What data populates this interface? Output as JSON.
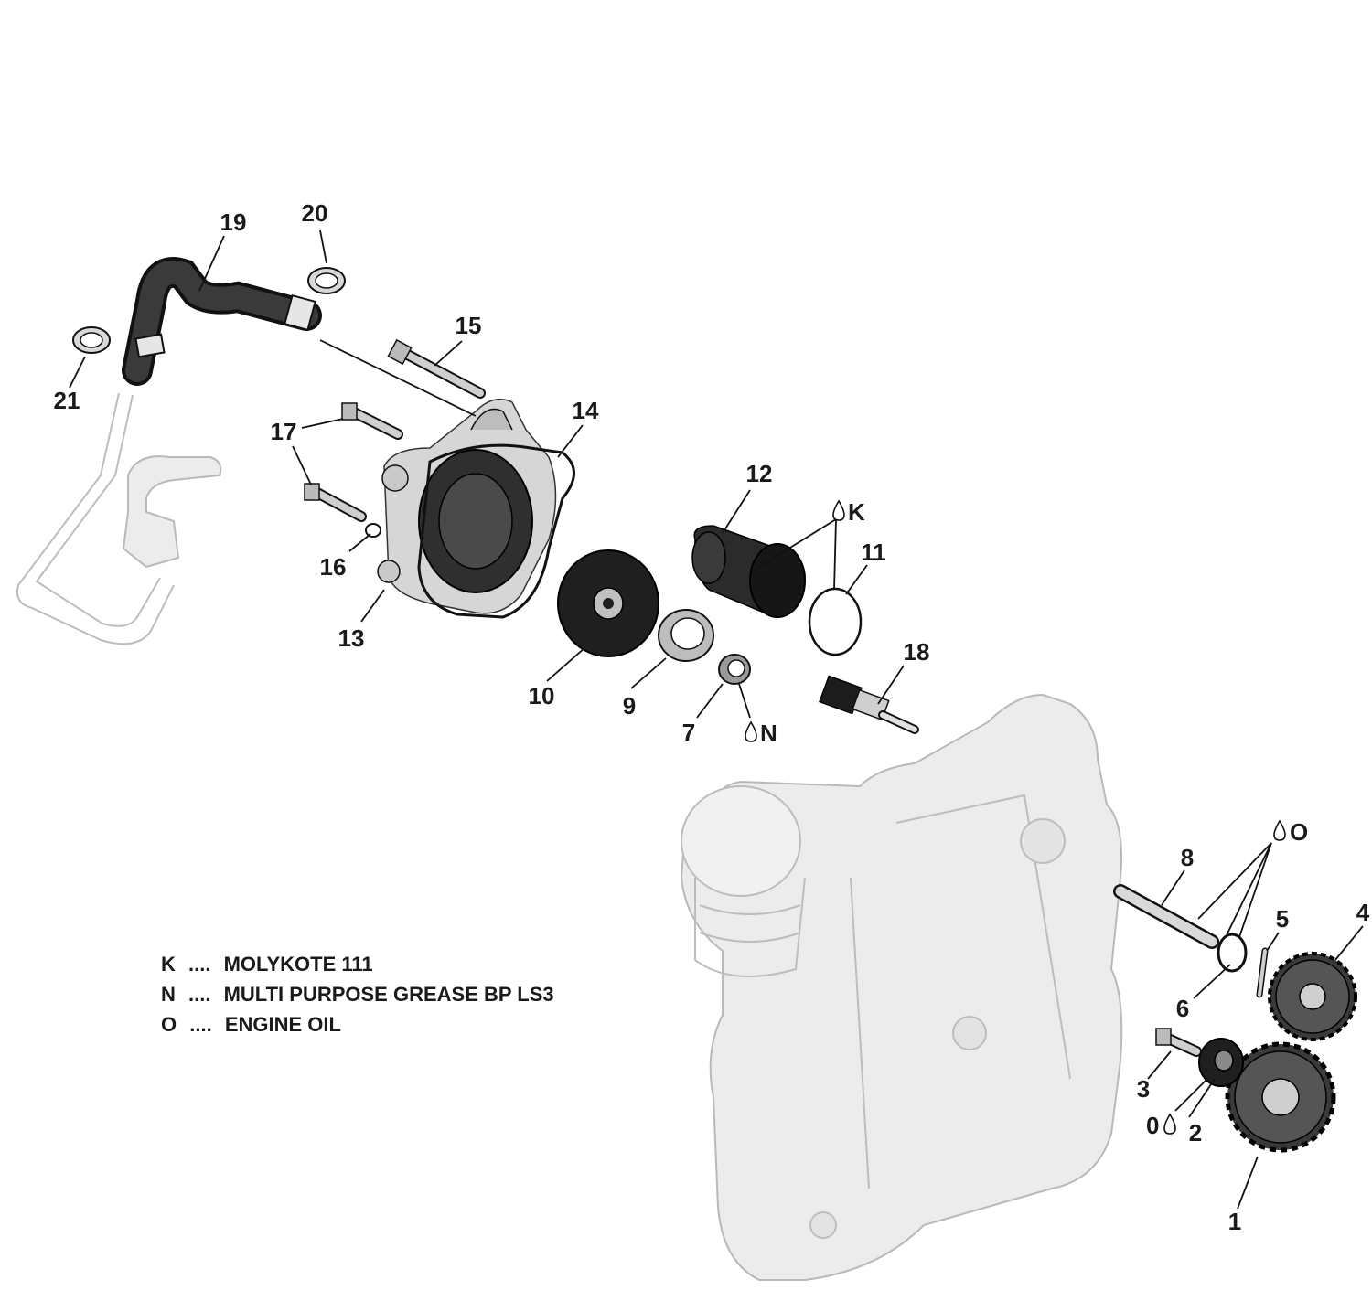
{
  "callouts": {
    "c1": "1",
    "c2": "2",
    "c3": "3",
    "c4": "4",
    "c5": "5",
    "c6": "6",
    "c7": "7",
    "c8": "8",
    "c9": "9",
    "c10": "10",
    "c11": "11",
    "c12": "12",
    "c13": "13",
    "c14": "14",
    "c15": "15",
    "c16": "16",
    "c17": "17",
    "c18": "18",
    "c19": "19",
    "c20": "20",
    "c21": "21"
  },
  "lubricant_markers": {
    "k": "K",
    "n": "N",
    "o_top": "O",
    "o_bottom": "0"
  },
  "legend": [
    {
      "code": "K",
      "separator": "....",
      "description": "MOLYKOTE 111"
    },
    {
      "code": "N",
      "separator": "....",
      "description": "MULTI PURPOSE GREASE BP LS3"
    },
    {
      "code": "O",
      "separator": "....",
      "description": "ENGINE OIL"
    }
  ]
}
